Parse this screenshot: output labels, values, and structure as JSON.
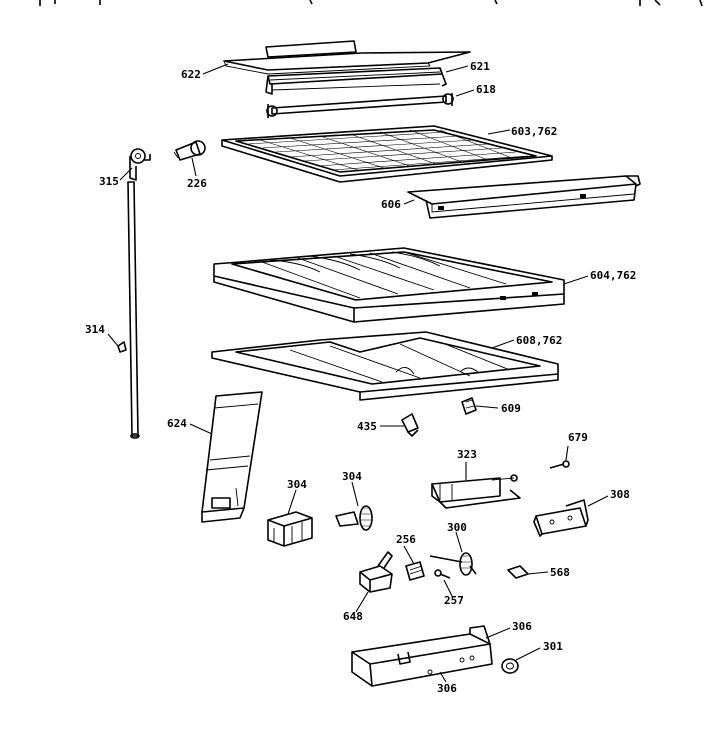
{
  "callouts": [
    {
      "id": "c622",
      "text": "622"
    },
    {
      "id": "c621",
      "text": "621"
    },
    {
      "id": "c618",
      "text": "618"
    },
    {
      "id": "c603",
      "text": "603,762"
    },
    {
      "id": "c315",
      "text": "315"
    },
    {
      "id": "c226",
      "text": "226"
    },
    {
      "id": "c606",
      "text": "606"
    },
    {
      "id": "c604",
      "text": "604,762"
    },
    {
      "id": "c314",
      "text": "314"
    },
    {
      "id": "c608",
      "text": "608,762"
    },
    {
      "id": "c609",
      "text": "609"
    },
    {
      "id": "c624",
      "text": "624"
    },
    {
      "id": "c435",
      "text": "435"
    },
    {
      "id": "c679",
      "text": "679"
    },
    {
      "id": "c323",
      "text": "323"
    },
    {
      "id": "c304a",
      "text": "304"
    },
    {
      "id": "c304b",
      "text": "304"
    },
    {
      "id": "c308",
      "text": "308"
    },
    {
      "id": "c256",
      "text": "256"
    },
    {
      "id": "c300",
      "text": "300"
    },
    {
      "id": "c568",
      "text": "568"
    },
    {
      "id": "c648",
      "text": "648"
    },
    {
      "id": "c257",
      "text": "257"
    },
    {
      "id": "c306a",
      "text": "306"
    },
    {
      "id": "c301",
      "text": "301"
    },
    {
      "id": "c306b",
      "text": "306"
    }
  ]
}
